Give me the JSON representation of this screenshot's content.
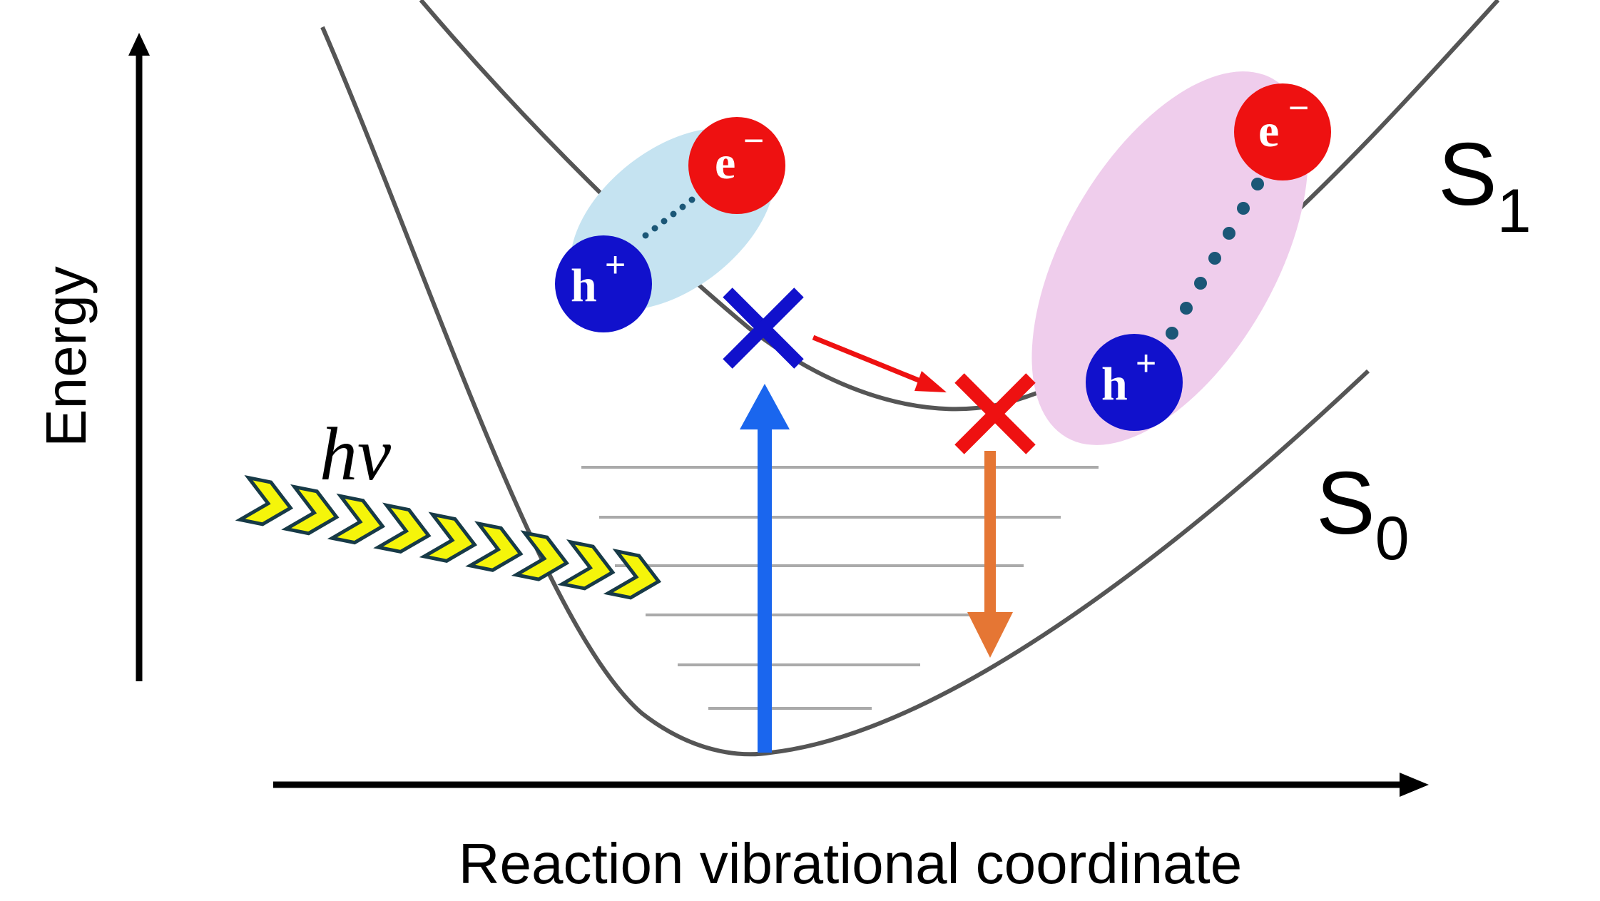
{
  "axes": {
    "y_label": "Energy",
    "x_label": "Reaction vibrational coordinate"
  },
  "states": {
    "excited": {
      "base": "S",
      "sub": "1"
    },
    "ground": {
      "base": "S",
      "sub": "0"
    }
  },
  "photon": {
    "h": "h",
    "nu": "ν"
  },
  "exciton_left": {
    "electron": "e",
    "electron_sign": "−",
    "hole": "h",
    "hole_sign": "+"
  },
  "exciton_right": {
    "electron": "e",
    "electron_sign": "−",
    "hole": "h",
    "hole_sign": "+"
  },
  "colors": {
    "curve": "#555555",
    "axis": "#000000",
    "electron": "#ee1111",
    "hole": "#1111cc",
    "exciton_left_bg": "#c5e3f1",
    "exciton_right_bg": "#efcdec",
    "dots": "#1b5777",
    "absorption_arrow": "#1a66ee",
    "emission_arrow": "#e57634",
    "relax_arrow": "#ee1111",
    "levels": "#aaaaaa",
    "photon_fill": "#f5f50a",
    "photon_stroke": "#173a47",
    "marker_blue": "#1111cc",
    "marker_red": "#ee1111"
  }
}
